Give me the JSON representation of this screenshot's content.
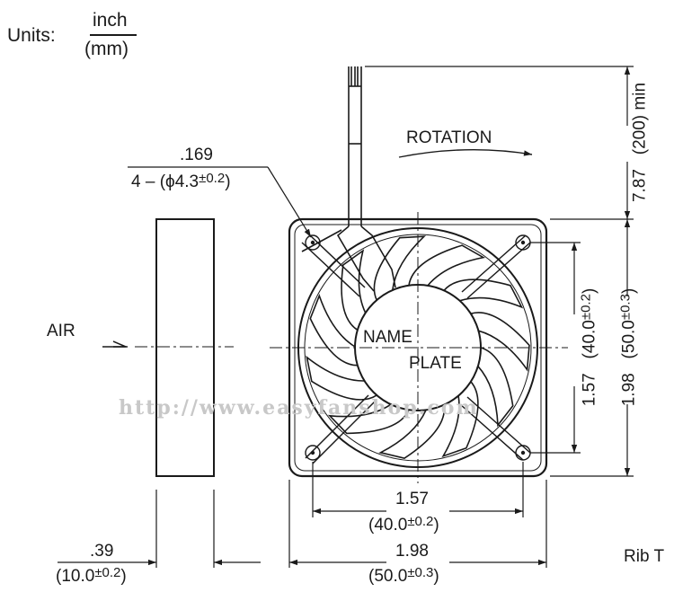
{
  "units": {
    "label": "Units:",
    "numerator": "inch",
    "denominator": "(mm)"
  },
  "mount_hole": {
    "inch": ".169",
    "prefix": "4 – (",
    "phi": "ϕ",
    "value": "4.3",
    "tol": "±0.2",
    "suffix": ")"
  },
  "rotation_label": "ROTATION",
  "lead_length": {
    "inch": "7.87",
    "mm": "(200) min"
  },
  "air_label": "AIR",
  "name_plate": {
    "line1": "NAME",
    "line2": "PLATE"
  },
  "hole_pitch_vertical": {
    "inch": "1.57",
    "mm": "(40.0",
    "tol": "±0.2",
    "close": ")"
  },
  "size_vertical": {
    "inch": "1.98",
    "mm": "(50.0",
    "tol": "±0.3",
    "close": ")"
  },
  "hole_pitch_horizontal": {
    "inch": "1.57",
    "mm": "(40.0",
    "tol": "±0.2",
    "close": ")"
  },
  "size_horizontal": {
    "inch": "1.98",
    "mm": "(50.0",
    "tol": "±0.3",
    "close": ")"
  },
  "thickness": {
    "inch": ".39",
    "mm": "(10.0",
    "tol": "±0.2",
    "close": ")"
  },
  "rib_label": "Rib T",
  "watermark": "http://www.easyfanshop.com",
  "colors": {
    "ink": "#1a1a1a",
    "watermark": "#c8c8c8",
    "background": "#ffffff"
  }
}
